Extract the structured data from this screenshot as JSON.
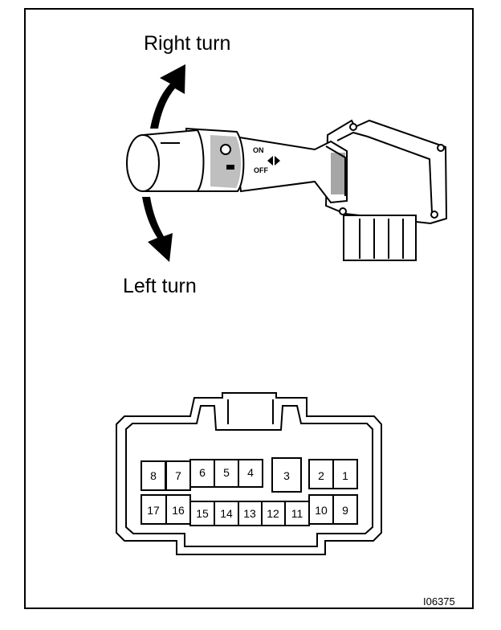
{
  "labels": {
    "right_turn": "Right turn",
    "left_turn": "Left turn",
    "figure_id": "I06375"
  },
  "switch_marks": {
    "on": "ON",
    "off": "OFF"
  },
  "connector": {
    "top_row": [
      "8",
      "7",
      "6",
      "5",
      "4",
      "3",
      "2",
      "1"
    ],
    "bottom_row": [
      "17",
      "16",
      "15",
      "14",
      "13",
      "12",
      "11",
      "10",
      "9"
    ]
  }
}
